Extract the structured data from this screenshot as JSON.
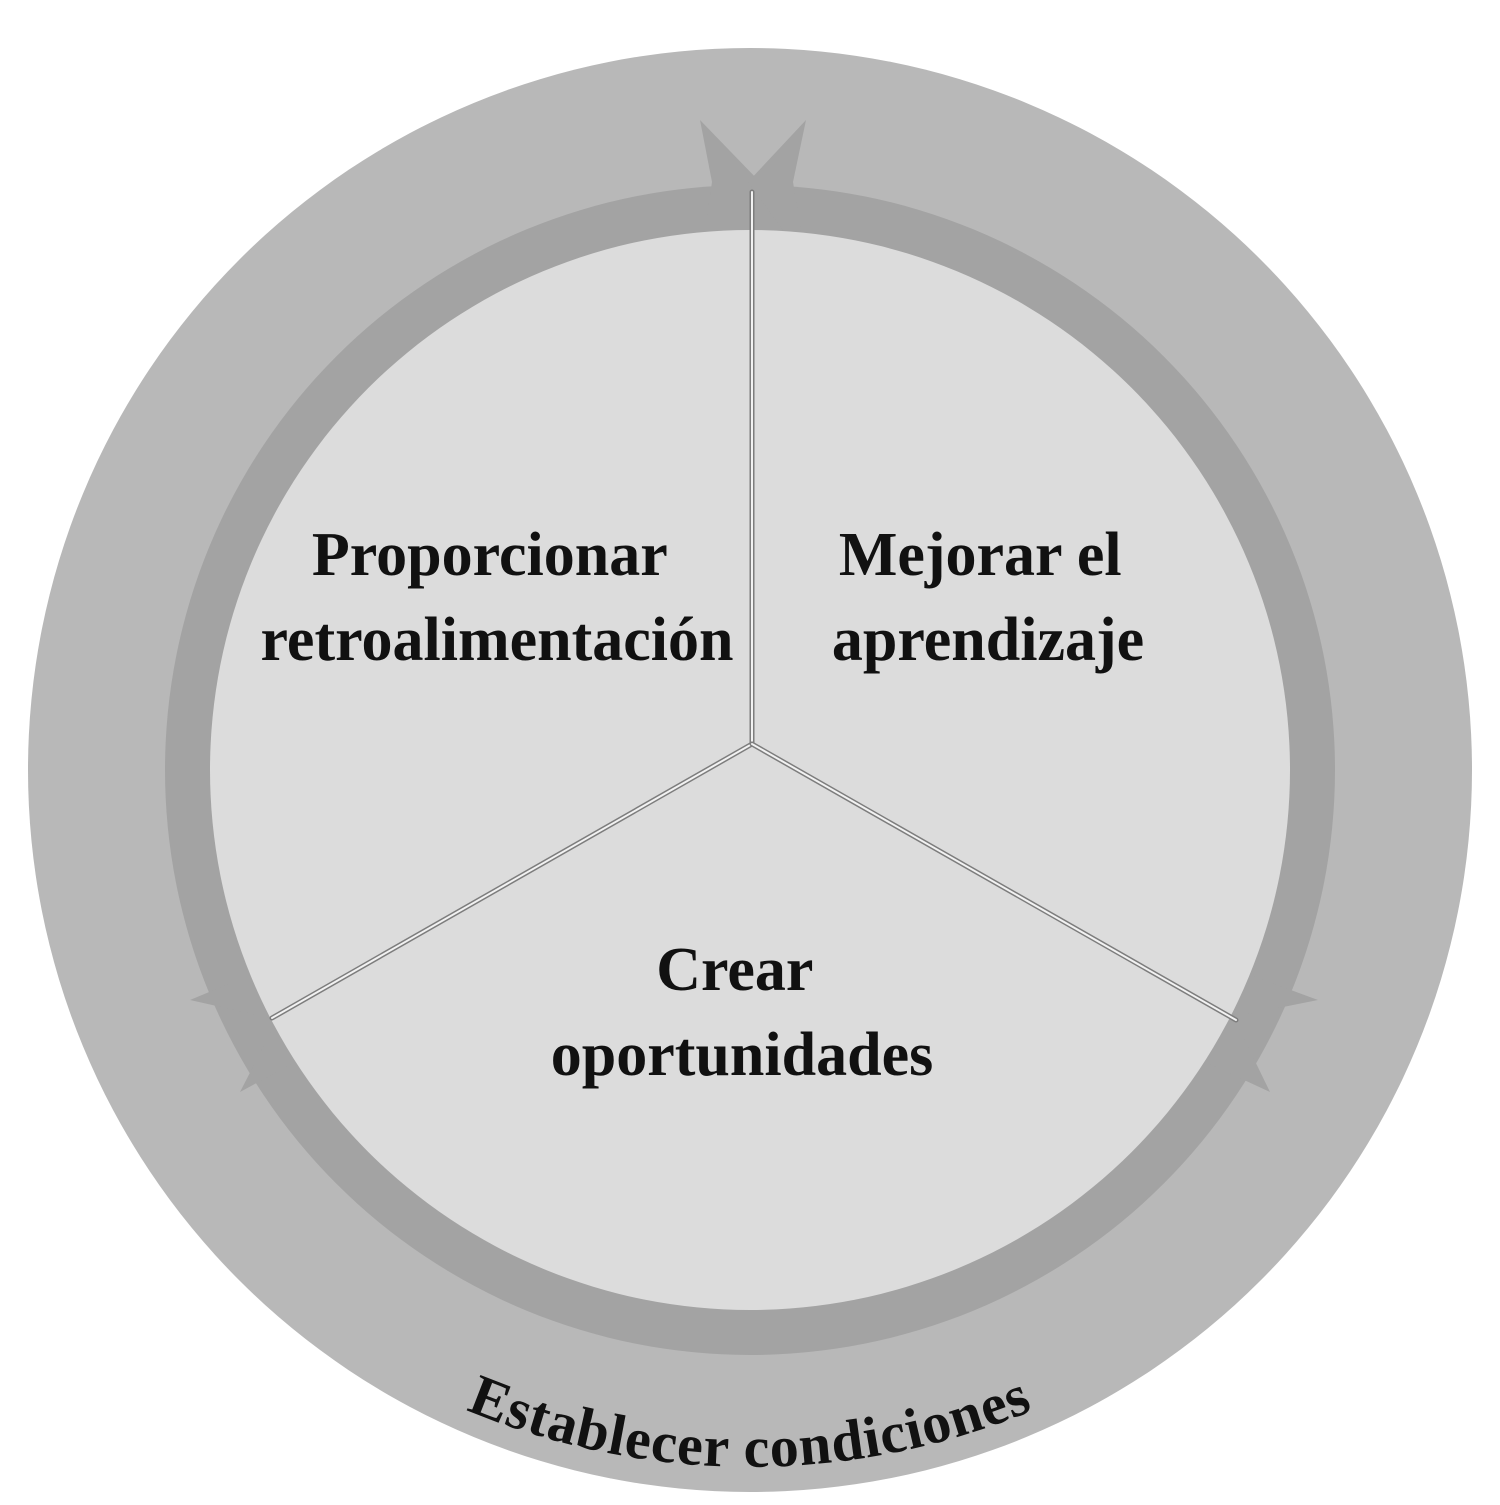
{
  "diagram": {
    "segments": [
      {
        "id": "feedback",
        "lines": [
          "Proporcionar",
          "retroalimentación"
        ]
      },
      {
        "id": "learning",
        "lines": [
          "Mejorar el",
          "aprendizaje"
        ]
      },
      {
        "id": "opportunities",
        "lines": [
          "Crear",
          "oportunidades"
        ]
      }
    ],
    "outer_ring_label": "Establecer condiciones",
    "colors": {
      "outer_ring": "#b8b8b8",
      "arrow_band": "#a3a3a3",
      "inner_disc": "#dcdcdc",
      "divider": "#eeeeee",
      "text": "#111111"
    }
  }
}
